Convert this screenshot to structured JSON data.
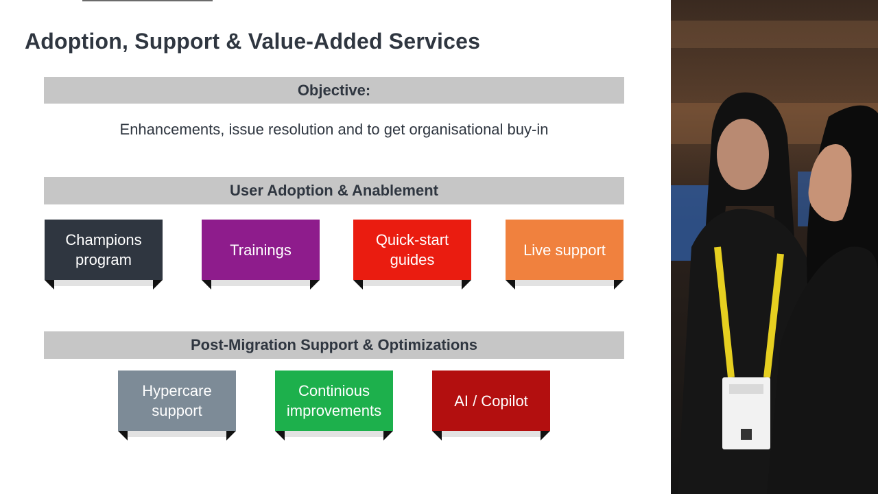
{
  "title": "Adoption, Support & Value-Added Services",
  "objective": {
    "heading": "Objective:",
    "text": "Enhancements, issue resolution and to get organisational buy-in"
  },
  "adoption": {
    "heading": "User Adoption & Anablement",
    "tiles": [
      {
        "label": "Champions\nprogram",
        "color": "#2f3640"
      },
      {
        "label": "Trainings",
        "color": "#8e1c8c"
      },
      {
        "label": "Quick-start\nguides",
        "color": "#ea1c10"
      },
      {
        "label": "Live support",
        "color": "#f0813e"
      }
    ]
  },
  "post_migration": {
    "heading": "Post-Migration Support & Optimizations",
    "tiles": [
      {
        "label": "Hypercare\nsupport",
        "color": "#7d8b97"
      },
      {
        "label": "Continious\nimprovements",
        "color": "#1db04c"
      },
      {
        "label": "AI / Copilot",
        "color": "#b30f0f"
      }
    ]
  },
  "photo": {
    "description_icon": "conference-attendees-photo"
  }
}
